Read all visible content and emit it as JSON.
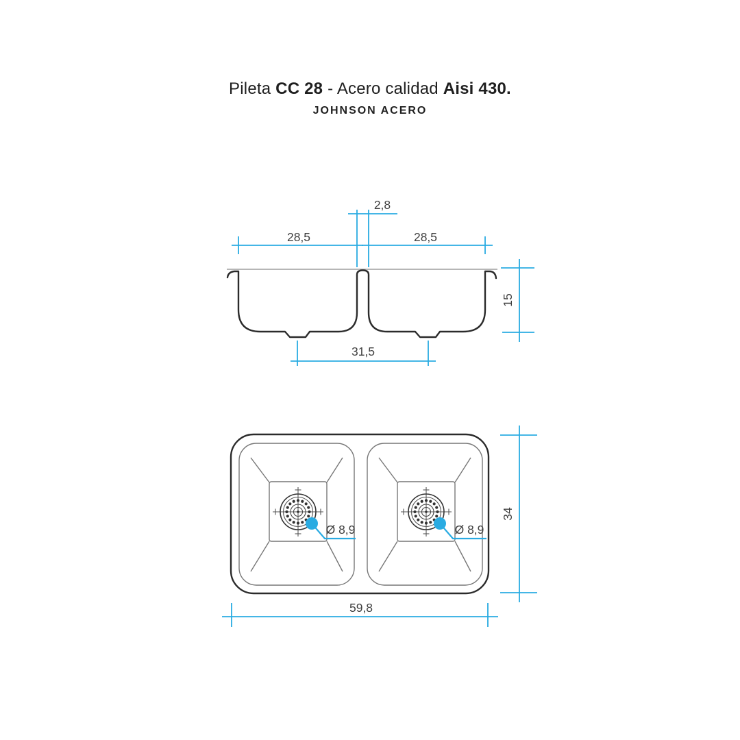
{
  "title": {
    "prefix": "Pileta",
    "model": "CC 28",
    "separator": "-",
    "middle": "Acero calidad",
    "grade": "Aisi 430.",
    "brand": "JOHNSON ACERO"
  },
  "front_view": {
    "bowl_width_left": "28,5",
    "bowl_width_right": "28,5",
    "divider_width": "2,8",
    "depth": "15",
    "drain_spacing": "31,5"
  },
  "top_view": {
    "drain_diameter_left": "Ø 8,9",
    "drain_diameter_right": "Ø 8,9",
    "overall_depth": "34",
    "overall_width": "59,8"
  },
  "colors": {
    "dimension_accent": "#29abe2",
    "outline": "#2b2b2b",
    "thin_line": "#8a8a8a",
    "text": "#3f3f3f"
  }
}
